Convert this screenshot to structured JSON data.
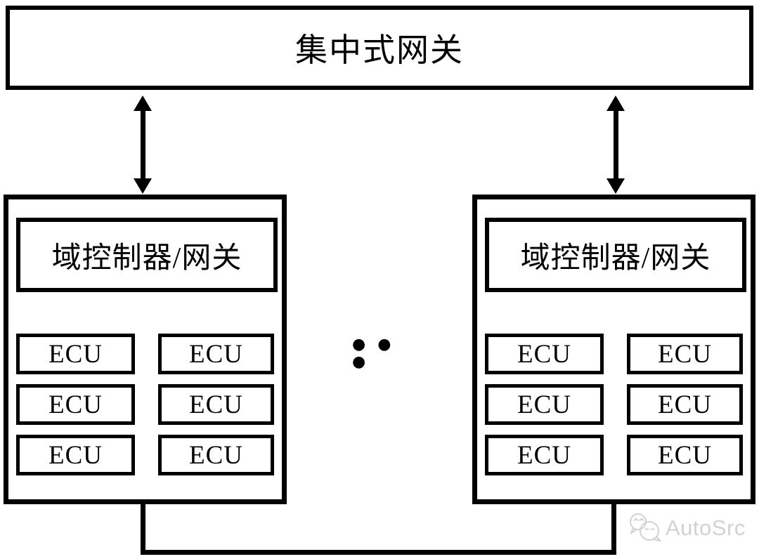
{
  "diagram": {
    "gateway_label": "集中式网关",
    "ellipsis": "● ● ●",
    "domains": [
      {
        "label": "域控制器/网关",
        "ecus": [
          "ECU",
          "ECU",
          "ECU",
          "ECU",
          "ECU",
          "ECU"
        ]
      },
      {
        "label": "域控制器/网关",
        "ecus": [
          "ECU",
          "ECU",
          "ECU",
          "ECU",
          "ECU",
          "ECU"
        ]
      }
    ]
  },
  "watermark": {
    "icon": "wechat-chat-bubbles-icon",
    "text": "AutoSrc"
  },
  "colors": {
    "line": "#000000",
    "background": "#ffffff",
    "watermark_gray": "#d2d2d2"
  }
}
